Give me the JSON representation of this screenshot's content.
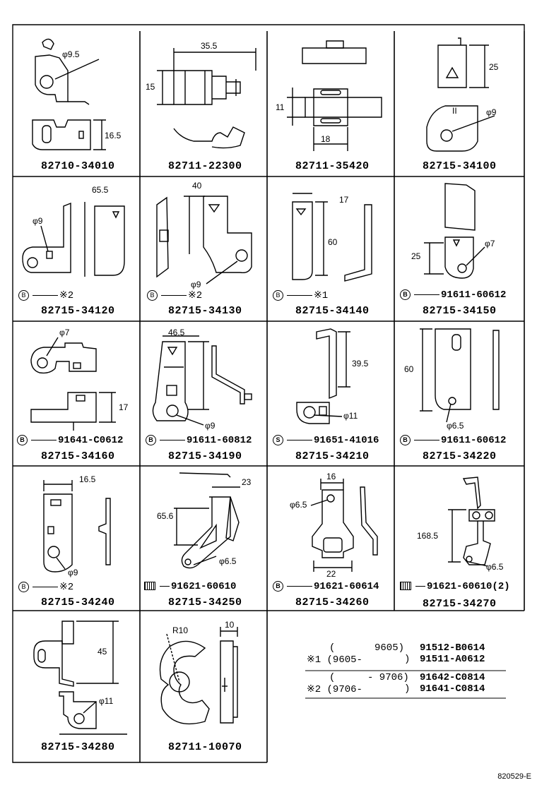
{
  "panels": [
    {
      "pn": "82710-34010",
      "dims": [
        "φ9.5",
        "16.5"
      ],
      "note": ""
    },
    {
      "pn": "82711-22300",
      "dims": [
        "35.5",
        "15"
      ],
      "note": ""
    },
    {
      "pn": "82711-35420",
      "dims": [
        "11",
        "18"
      ],
      "note": ""
    },
    {
      "pn": "82715-34100",
      "dims": [
        "25",
        "φ9",
        "II"
      ],
      "note": ""
    },
    {
      "pn": "82715-34120",
      "dims": [
        "65.5",
        "φ9"
      ],
      "note": "※2"
    },
    {
      "pn": "82715-34130",
      "dims": [
        "40",
        "φ9"
      ],
      "note": "※2"
    },
    {
      "pn": "82715-34140",
      "dims": [
        "17",
        "60"
      ],
      "note": "※1"
    },
    {
      "pn": "82715-34150",
      "dims": [
        "25",
        "φ7"
      ],
      "note": "91611-60612"
    },
    {
      "pn": "82715-34160",
      "dims": [
        "φ7",
        "17"
      ],
      "note": "91641-C0612"
    },
    {
      "pn": "82715-34190",
      "dims": [
        "46.5",
        "φ9"
      ],
      "note": "91611-60812"
    },
    {
      "pn": "82715-34210",
      "dims": [
        "39.5",
        "φ11"
      ],
      "note": "91651-41016"
    },
    {
      "pn": "82715-34220",
      "dims": [
        "60",
        "φ6.5"
      ],
      "note": "91611-60612"
    },
    {
      "pn": "82715-34240",
      "dims": [
        "16.5",
        "φ9"
      ],
      "note": "※2"
    },
    {
      "pn": "82715-34250",
      "dims": [
        "23",
        "65.6",
        "φ6.5"
      ],
      "note": "91621-60610"
    },
    {
      "pn": "82715-34260",
      "dims": [
        "16",
        "φ6.5",
        "22"
      ],
      "note": "91621-60614"
    },
    {
      "pn": "82715-34270",
      "dims": [
        "168.5",
        "φ6.5"
      ],
      "note": "91621-60610(2)"
    },
    {
      "pn": "82715-34280",
      "dims": [
        "45",
        "φ11"
      ],
      "note": ""
    },
    {
      "pn": "82711-10070",
      "dims": [
        "R10",
        "10"
      ],
      "note": ""
    }
  ],
  "circle_letters": {
    "b": "B",
    "s": "S"
  },
  "legend": {
    "r1a": "(",
    "r1b": "9605)",
    "r1c": "91512-B0614",
    "r2a": "※1 (9605-",
    "r2b": ")",
    "r2c": "91511-A0612",
    "r3a": "(",
    "r3b": "- 9706)",
    "r3c": "91642-C0814",
    "r4a": "※2 (9706-",
    "r4b": ")",
    "r4c": "91641-C0814"
  },
  "drawing_code": "820529-E"
}
